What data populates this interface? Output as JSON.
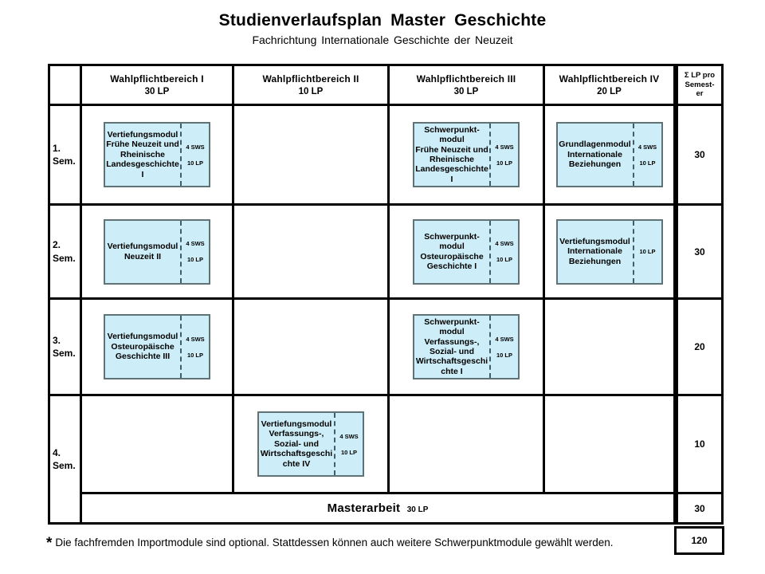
{
  "title": "Studienverlaufsplan Master Geschichte",
  "subtitle": "Fachrichtung Internationale Geschichte der Neuzeit",
  "columns": [
    {
      "label": "Wahlpflichtbereich I",
      "lp": "30 LP"
    },
    {
      "label": "Wahlpflichtbereich II",
      "lp": "10 LP"
    },
    {
      "label": "Wahlpflichtbereich III",
      "lp": "30 LP"
    },
    {
      "label": "Wahlpflichtbereich IV",
      "lp": "20 LP"
    }
  ],
  "sum_header": "Σ LP pro\nSemest-\ner",
  "rows": [
    {
      "label": "1.\nSem.",
      "sum": "30"
    },
    {
      "label": "2.\nSem.",
      "sum": "30"
    },
    {
      "label": "3.\nSem.",
      "sum": "20"
    },
    {
      "label": "4.\nSem.",
      "sum": "10"
    }
  ],
  "modules": {
    "r1c1": {
      "title": "Vertiefungsmodul\nFrühe Neuzeit und\nRheinische\nLandesgeschichte\nI",
      "sws": "4 SWS",
      "lp": "10 LP"
    },
    "r1c3": {
      "title": "Schwerpunkt-\nmodul\nFrühe Neuzeit und\nRheinische\nLandesgeschichte\nI",
      "sws": "4 SWS",
      "lp": "10 LP"
    },
    "r1c4": {
      "title": "Grundlagenmodul\nInternationale\nBeziehungen",
      "sws": "4 SWS",
      "lp": "10 LP"
    },
    "r2c1": {
      "title": "Vertiefungsmodul\nNeuzeit II",
      "sws": "4 SWS",
      "lp": "10 LP"
    },
    "r2c3": {
      "title": "Schwerpunkt-\nmodul\nOsteuropäische\nGeschichte I",
      "sws": "4 SWS",
      "lp": "10 LP"
    },
    "r2c4": {
      "title": "Vertiefungsmodul\nInternationale\nBeziehungen",
      "lp": "10 LP"
    },
    "r3c1": {
      "title": "Vertiefungsmodul\nOsteuropäische\nGeschichte III",
      "sws": "4 SWS",
      "lp": "10 LP"
    },
    "r3c3": {
      "title": "Schwerpunkt-\nmodul\nVerfassungs-,\nSozial- und\nWirtschaftsgeschi\nchte I",
      "sws": "4 SWS",
      "lp": "10 LP"
    },
    "r4c2": {
      "title": "Vertiefungsmodul\nVerfassungs-,\nSozial- und\nWirtschaftsgeschi\nchte IV",
      "sws": "4 SWS",
      "lp": "10 LP"
    }
  },
  "masterarbeit": {
    "label": "Masterarbeit",
    "lp": "30 LP",
    "sum": "30"
  },
  "total": "120",
  "footnote": {
    "asterisk": "*",
    "text": "Die fachfremden Importmodule sind optional. Stattdessen können auch weitere Schwerpunktmodule gewählt werden."
  },
  "colors": {
    "header_green": "#9bbb59",
    "module_blue": "#cdeef8",
    "module_border": "#5f7276",
    "table_border": "#000000"
  }
}
